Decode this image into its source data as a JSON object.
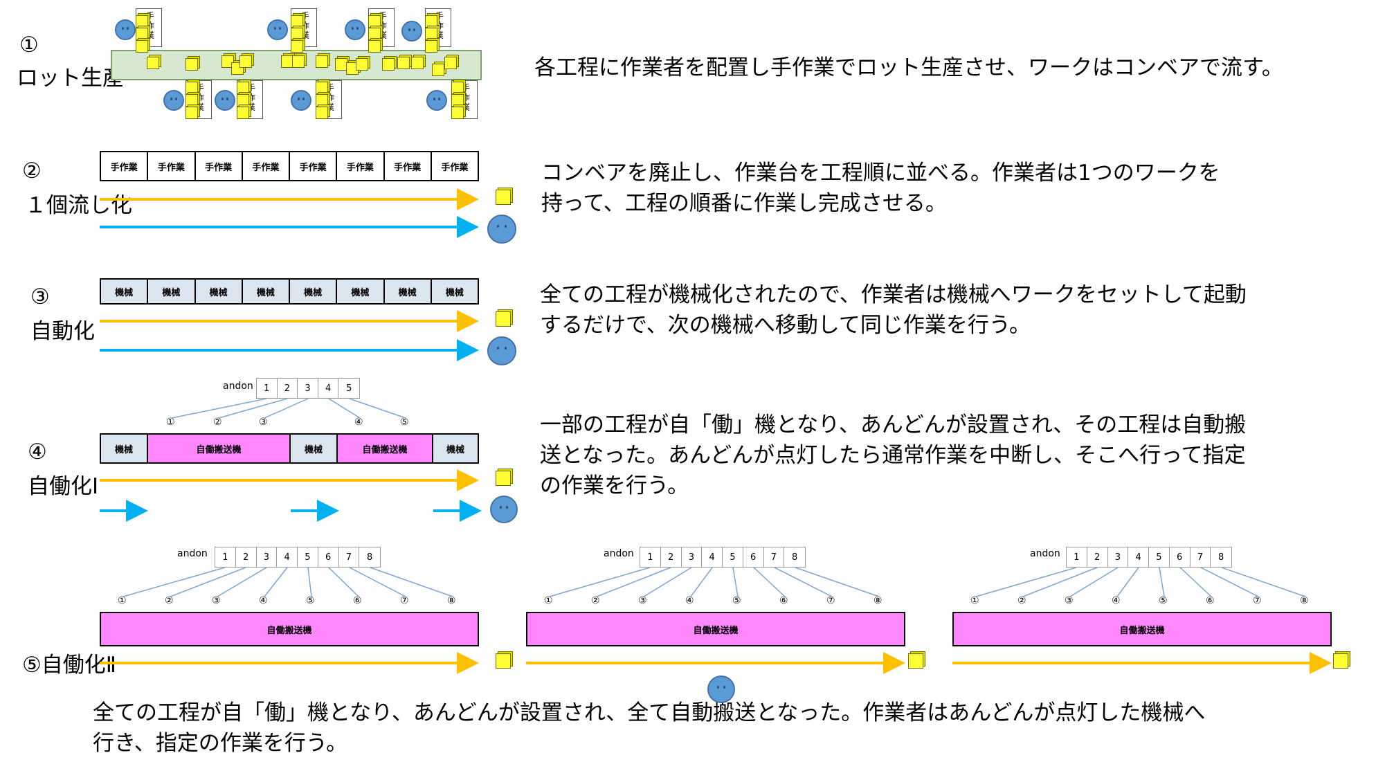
{
  "rows": [
    {
      "num": "①",
      "label": "ロット生産",
      "desc": [
        "各工程に作業者を配置し手作業でロット生産させ、ワークはコンベアで流す。"
      ]
    },
    {
      "num": "②",
      "label": "１個流し化",
      "desc": [
        "コンベアを廃止し、作業台を工程順に並べる。作業者は1つのワークを",
        "持って、工程の順番に作業し完成させる。"
      ]
    },
    {
      "num": "③",
      "label": "自動化",
      "desc": [
        "全ての工程が機械化されたので、作業者は機械へワークをセットして起動",
        "するだけで、次の機械へ移動して同じ作業を行う。"
      ]
    },
    {
      "num": "④",
      "label": "自働化Ⅰ",
      "desc": [
        "一部の工程が自「働」機となり、あんどんが設置され、その工程は自動搬",
        "送となった。あんどんが点灯したら通常作業を中断し、そこへ行って指定",
        "の作業を行う。"
      ]
    },
    {
      "num": "⑤",
      "label": "自働化Ⅱ",
      "desc": [
        "全ての工程が自「働」機となり、あんどんが設置され、全て自動搬送となった。作業者はあんどんが点灯した機械へ",
        "行き、指定の作業を行う。"
      ]
    }
  ],
  "hand_label": [
    "手",
    "作",
    "業"
  ],
  "row2_cells": [
    "手作業",
    "手作業",
    "手作業",
    "手作業",
    "手作業",
    "手作業",
    "手作業",
    "手作業"
  ],
  "row3_cells": [
    "機械",
    "機械",
    "機械",
    "機械",
    "機械",
    "機械",
    "機械",
    "機械"
  ],
  "row4_cells": [
    "機械",
    "自働搬送機",
    "機械",
    "自働搬送機",
    "機械"
  ],
  "row5_cell": "自働搬送機",
  "andon_label": "andon",
  "andon4": [
    "1",
    "2",
    "3",
    "4",
    "5"
  ],
  "andon5": [
    "1",
    "2",
    "3",
    "4",
    "5",
    "6",
    "7",
    "8"
  ],
  "circ4": [
    "①",
    "②",
    "③",
    "④",
    "⑤"
  ],
  "circ5": [
    "①",
    "②",
    "③",
    "④",
    "⑤",
    "⑥",
    "⑦",
    "⑧"
  ],
  "colors": {
    "work_arrow": "#ffc000",
    "worker_arrow": "#00b0f0",
    "pink": "#ff88ff",
    "machine_bg": "#dce6f1",
    "box": "#ffff33",
    "face": "#5b9bd5"
  }
}
